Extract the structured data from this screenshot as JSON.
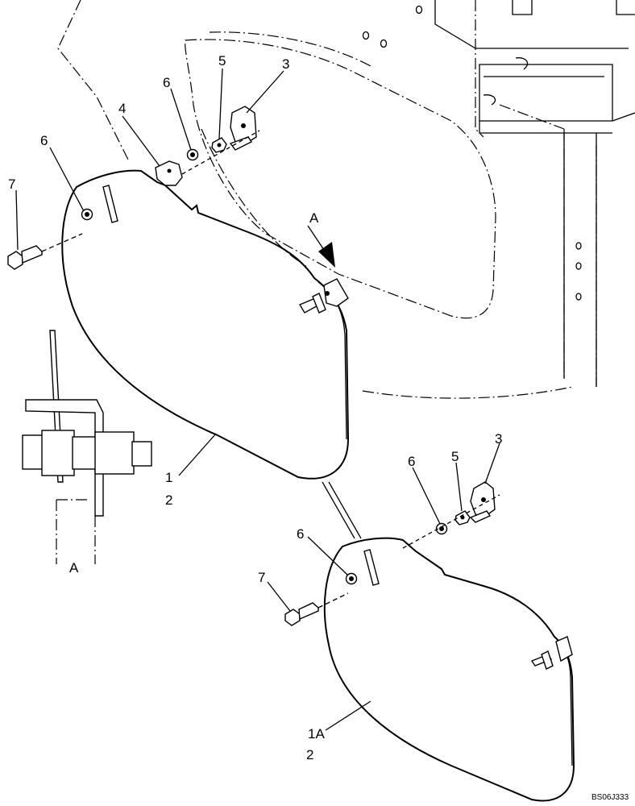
{
  "diagram": {
    "labels": {
      "item_1": "1",
      "item_2_upper": "2",
      "item_1a": "1A",
      "item_2_lower": "2",
      "item_3_upper": "3",
      "item_3_lower": "3",
      "item_4": "4",
      "item_5_upper": "5",
      "item_5_lower": "5",
      "item_6_upper_a": "6",
      "item_6_upper_b": "6",
      "item_6_lower_a": "6",
      "item_6_lower_b": "6",
      "item_7_upper": "7",
      "item_7_lower": "7",
      "view_arrow": "A",
      "detail_view": "A"
    },
    "drawing_code": "BS06J333"
  }
}
